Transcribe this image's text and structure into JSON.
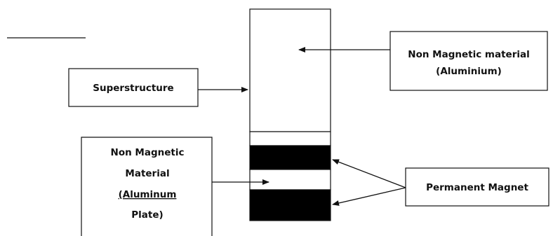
{
  "diagram": {
    "labels": {
      "superstructure": "Superstructure",
      "non_magnetic_material": [
        "Non Magnetic material",
        "(Aluminium)"
      ],
      "non_magnetic_plate": [
        "Non Magnetic",
        "Material",
        "(Aluminum",
        "Plate)"
      ],
      "permanent_magnet": "Permanent Magnet"
    }
  },
  "colors": {
    "stroke": "#111111",
    "magnet_fill": "#000000",
    "background": "#ffffff",
    "spellcheck_underline": "#d01818"
  }
}
